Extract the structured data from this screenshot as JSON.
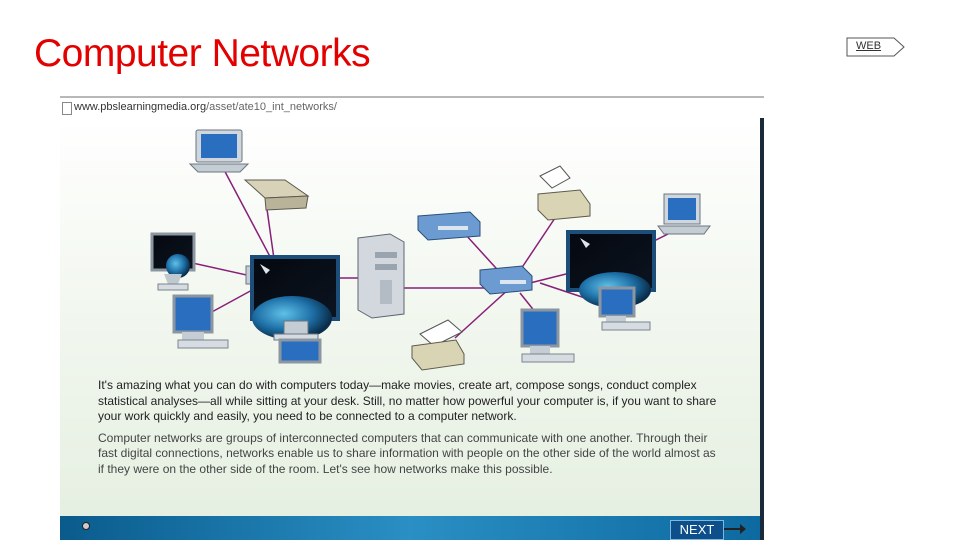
{
  "slide": {
    "title": "Computer Networks",
    "web_link": "WEB"
  },
  "browser": {
    "url_host": "www.pbslearningmedia.org",
    "url_path": "/asset/ate10_int_networks/"
  },
  "content": {
    "paragraph1": "It's amazing what you can do with computers today—make movies, create art, compose songs, conduct complex statistical analyses—all while sitting at your desk. Still, no matter how powerful your computer is, if you want to share your work quickly and easily, you need to be connected to a computer network.",
    "paragraph2": "Computer networks are groups of interconnected computers that can communicate with one another. Through their fast digital connections, networks enable us to share information with people on the other side of the world almost as if they were on the other side of the room. Let's see how networks make this possible.",
    "next_label": "NEXT"
  },
  "colors": {
    "title": "#e30000",
    "network_line": "#8a1f7a",
    "nav_bar": "#1c7fb8"
  }
}
